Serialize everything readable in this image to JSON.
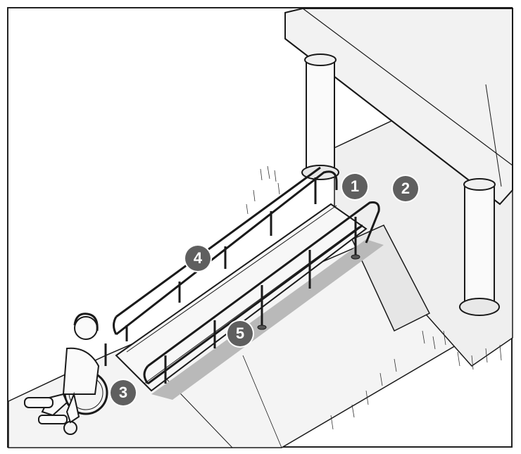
{
  "colors": {
    "marker_fill": "#5f5f5f",
    "marker_text": "#ffffff",
    "line": "#1a1a1a",
    "ramp_shadow": "#b9b9b9",
    "walkway": "#f4f4f4"
  },
  "markers": [
    {
      "number": "1"
    },
    {
      "number": "2"
    },
    {
      "number": "3"
    },
    {
      "number": "4"
    },
    {
      "number": "5"
    }
  ]
}
